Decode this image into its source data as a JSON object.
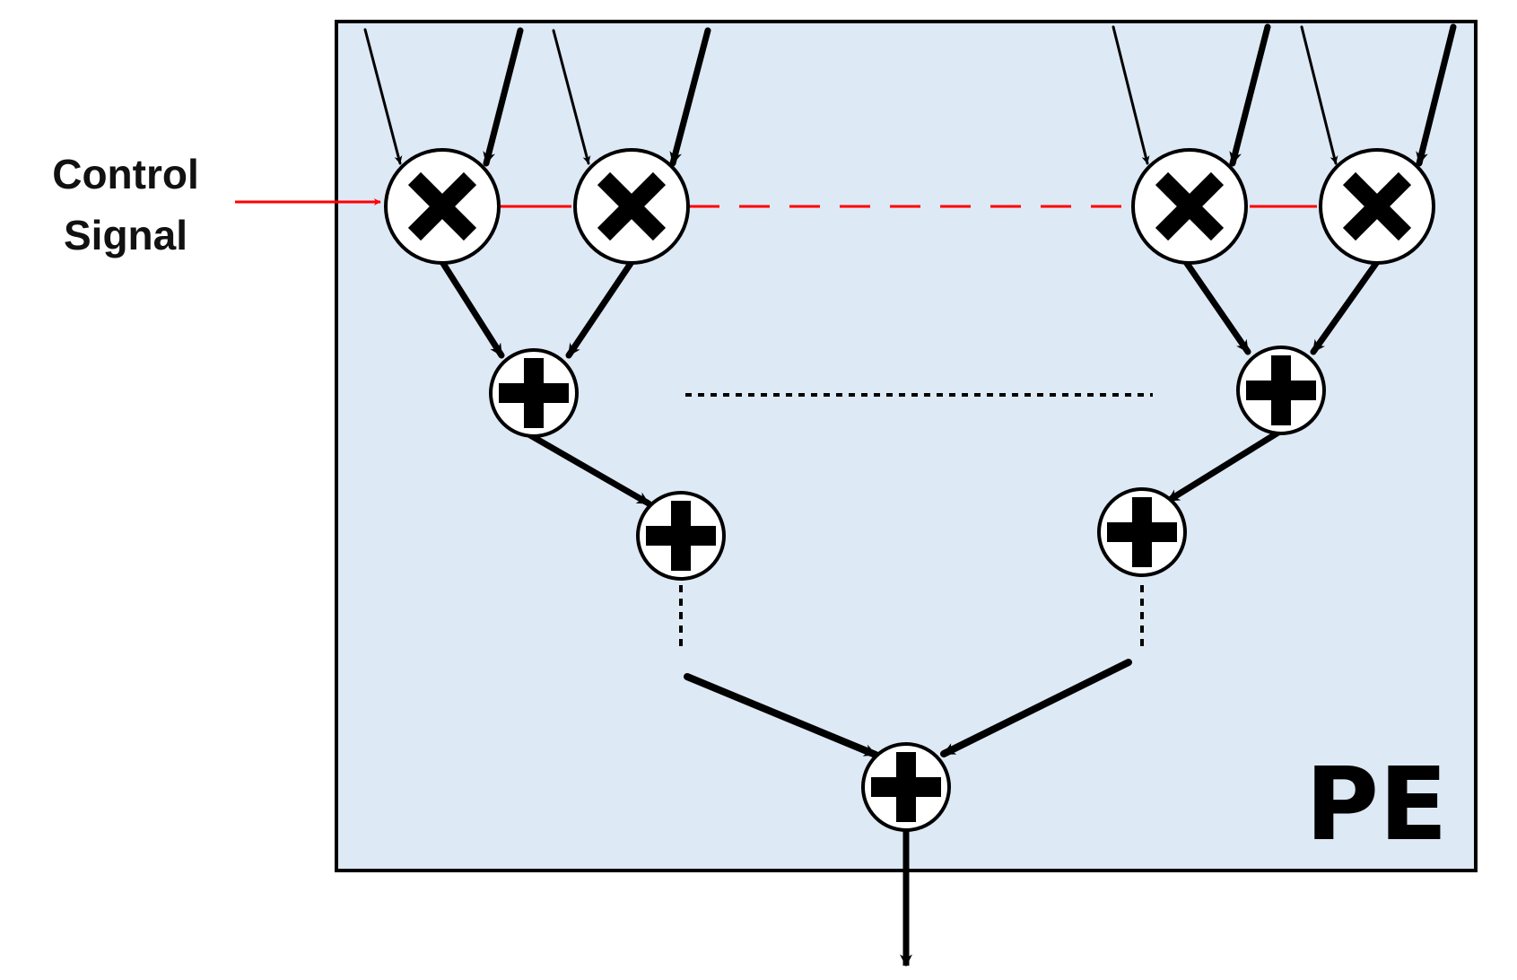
{
  "control_signal": {
    "line1": "Control",
    "line2": "Signal",
    "arrow_color": "#ff0000"
  },
  "pe_box": {
    "label": "PE",
    "fill_color": "#dde9f5",
    "border_color": "#000000"
  },
  "nodes": {
    "multipliers": [
      {
        "symbol": "multiply-icon"
      },
      {
        "symbol": "multiply-icon"
      },
      {
        "symbol": "multiply-icon"
      },
      {
        "symbol": "multiply-icon"
      }
    ],
    "adders": [
      {
        "symbol": "plus-icon"
      },
      {
        "symbol": "plus-icon"
      },
      {
        "symbol": "plus-icon"
      },
      {
        "symbol": "plus-icon"
      },
      {
        "symbol": "plus-icon"
      }
    ]
  }
}
